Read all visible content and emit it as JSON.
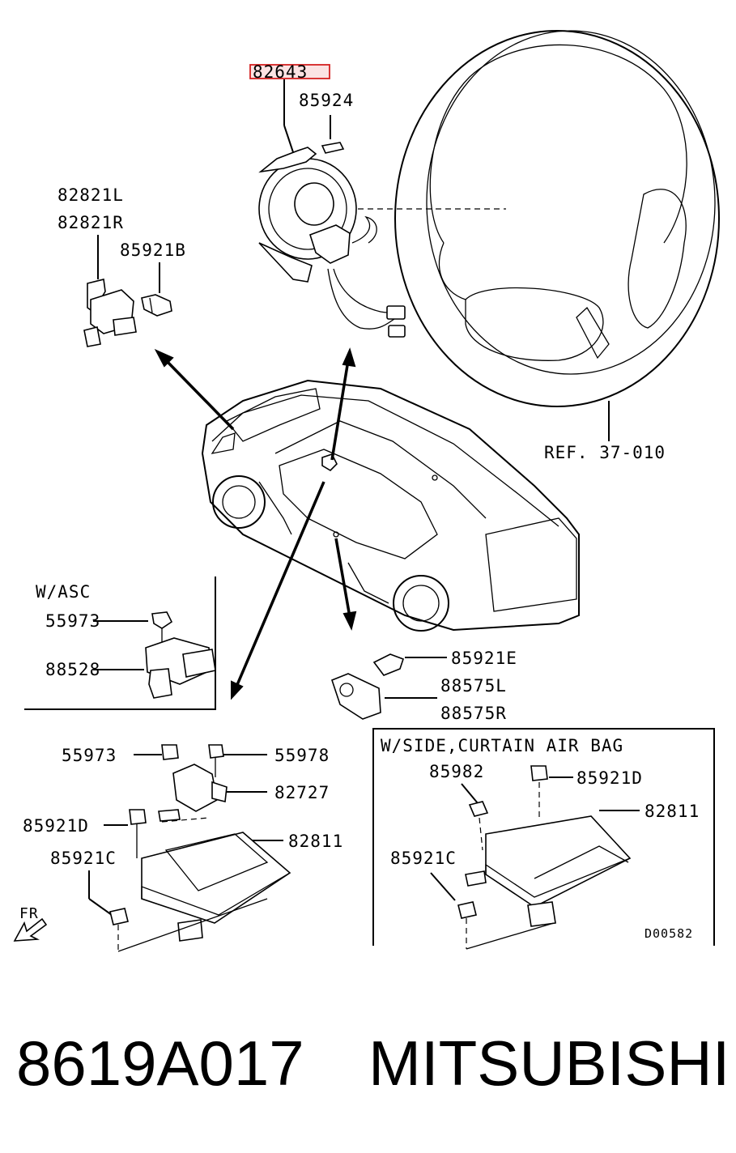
{
  "highlighted_part": "82643",
  "labels": {
    "clock_spring": "82643",
    "clock_screw": "85924",
    "left_sensor_l": "82821L",
    "left_sensor_r": "82821R",
    "left_sensor_bolt": "85921B",
    "wheel_ref": "REF. 37-010",
    "asc_title": "W/ASC",
    "asc_nut": "55973",
    "asc_sensor": "88528",
    "rear_bolt": "85921E",
    "rear_sensor_l": "88575L",
    "rear_sensor_r": "88575R",
    "ecu_nut": "55973",
    "ecu_bolt_top": "55978",
    "ecu_connector": "82727",
    "ecu_bolt_d": "85921D",
    "ecu_unit": "82811",
    "ecu_bolt_c": "85921C",
    "front_indicator": "FR",
    "side_title": "W/SIDE,CURTAIN AIR BAG",
    "side_nut": "85982",
    "side_bolt_d": "85921D",
    "side_unit": "82811",
    "side_bolt_c": "85921C",
    "drawing_code": "D00582"
  },
  "footer": {
    "part_number": "8619A017",
    "brand": "MITSUBISHI"
  },
  "colors": {
    "highlight": "#d42020",
    "highlight_fill": "#fbe3e3",
    "ink": "#000000"
  }
}
